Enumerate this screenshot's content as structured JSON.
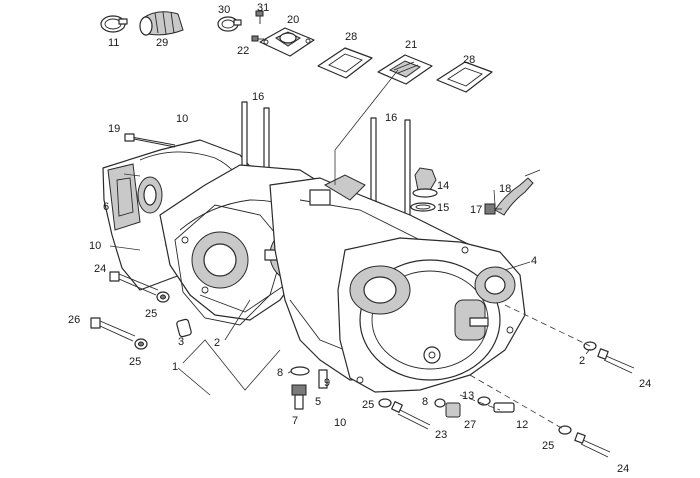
{
  "diagram": {
    "callouts": [
      {
        "id": "11",
        "text": "11"
      },
      {
        "id": "29",
        "text": "29"
      },
      {
        "id": "30",
        "text": "30"
      },
      {
        "id": "31",
        "text": "31"
      },
      {
        "id": "20",
        "text": "20"
      },
      {
        "id": "22",
        "text": "22"
      },
      {
        "id": "28a",
        "text": "28"
      },
      {
        "id": "21",
        "text": "21"
      },
      {
        "id": "28b",
        "text": "28"
      },
      {
        "id": "16a",
        "text": "16"
      },
      {
        "id": "10a",
        "text": "10"
      },
      {
        "id": "19",
        "text": "19"
      },
      {
        "id": "16b",
        "text": "16"
      },
      {
        "id": "14",
        "text": "14"
      },
      {
        "id": "15",
        "text": "15"
      },
      {
        "id": "18",
        "text": "18"
      },
      {
        "id": "17",
        "text": "17"
      },
      {
        "id": "6",
        "text": "6"
      },
      {
        "id": "10b",
        "text": "10"
      },
      {
        "id": "4",
        "text": "4"
      },
      {
        "id": "24a",
        "text": "24"
      },
      {
        "id": "25a",
        "text": "25"
      },
      {
        "id": "26",
        "text": "26"
      },
      {
        "id": "3",
        "text": "3"
      },
      {
        "id": "2a",
        "text": "2"
      },
      {
        "id": "25b",
        "text": "25"
      },
      {
        "id": "1",
        "text": "1"
      },
      {
        "id": "2b",
        "text": "2"
      },
      {
        "id": "24b",
        "text": "24"
      },
      {
        "id": "8a",
        "text": "8"
      },
      {
        "id": "9",
        "text": "9"
      },
      {
        "id": "5",
        "text": "5"
      },
      {
        "id": "7",
        "text": "7"
      },
      {
        "id": "25c",
        "text": "25"
      },
      {
        "id": "10c",
        "text": "10"
      },
      {
        "id": "8b",
        "text": "8"
      },
      {
        "id": "13",
        "text": "13"
      },
      {
        "id": "23",
        "text": "23"
      },
      {
        "id": "27",
        "text": "27"
      },
      {
        "id": "12",
        "text": "12"
      },
      {
        "id": "25d",
        "text": "25"
      },
      {
        "id": "24c",
        "text": "24"
      }
    ]
  }
}
